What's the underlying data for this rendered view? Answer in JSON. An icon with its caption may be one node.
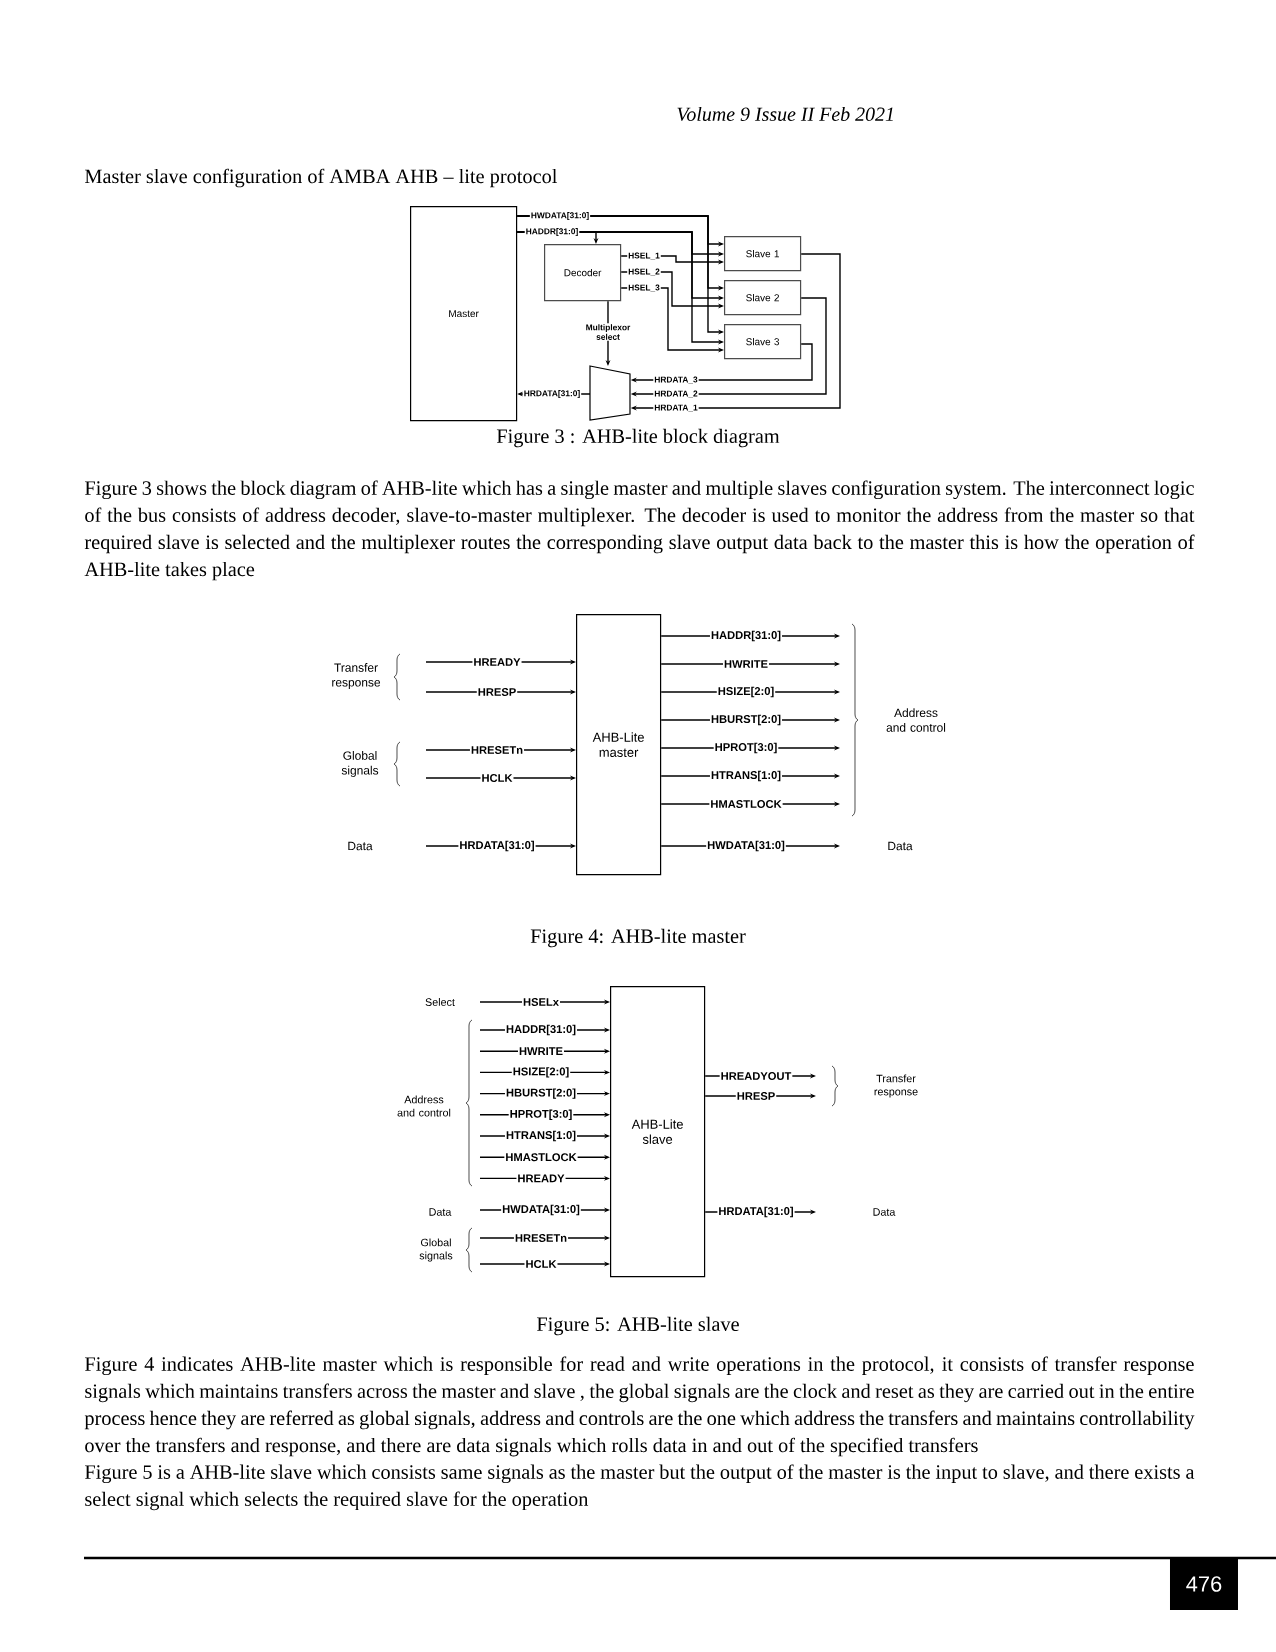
{
  "diagram": {
    "title": "Master slave configuration of AMBA AHB – lite protocol",
    "nodes": [
      {
        "text": [
          "Master"
        ]
      },
      {
        "text": [
          "Decoder"
        ]
      },
      {
        "text": [
          "Slave 1"
        ]
      },
      {
        "text": [
          "Slave 2"
        ]
      },
      {
        "text": [
          "Slave 3"
        ]
      },
      {
        "text": [],
        "shape": "trapezoid"
      },
      {
        "text": [
          "AHB-Lite master"
        ]
      },
      {
        "text": [
          "AHB-Lite slave"
        ]
      }
    ],
    "edges": [
      {
        "from": 0,
        "to": 2,
        "arrow": "to",
        "label": "HWDATA[31:0]"
      },
      {
        "from": 0,
        "to": 3,
        "arrow": "to"
      },
      {
        "from": 0,
        "to": 4,
        "arrow": "to"
      },
      {
        "from": 0,
        "to": 1,
        "arrow": "to",
        "label": "HADDR[31:0]"
      },
      {
        "from": 0,
        "to": 2,
        "arrow": "to"
      },
      {
        "from": 0,
        "to": 3,
        "arrow": "to"
      },
      {
        "from": 0,
        "to": 4,
        "arrow": "to"
      },
      {
        "from": 1,
        "to": 2,
        "arrow": "to",
        "label": "HSEL_1"
      },
      {
        "from": 1,
        "to": 3,
        "arrow": "to",
        "label": "HSEL_2"
      },
      {
        "from": 1,
        "to": 4,
        "arrow": "to",
        "label": "HSEL_3"
      },
      {
        "from": 1,
        "to": 5,
        "arrow": "to",
        "label": "Multiplexor select"
      },
      {
        "from": 4,
        "to": 5,
        "arrow": "to",
        "label": "HRDATA_3"
      },
      {
        "from": 3,
        "to": 5,
        "arrow": "to",
        "label": "HRDATA_2"
      },
      {
        "from": 2,
        "to": 5,
        "arrow": "to",
        "label": "HRDATA_1"
      },
      {
        "from": 5,
        "to": 0,
        "arrow": "to",
        "label": "HRDATA[31:0]"
      },
      {
        "from": null,
        "to": 6,
        "arrow": "to",
        "label": "HREADY"
      },
      {
        "from": null,
        "to": 6,
        "arrow": "to",
        "label": "HRESP"
      },
      {
        "from": null,
        "to": 6,
        "arrow": "to",
        "label": "HRESETn"
      },
      {
        "from": null,
        "to": 6,
        "arrow": "to",
        "label": "HCLK"
      },
      {
        "from": null,
        "to": 6,
        "arrow": "to",
        "label": "HRDATA[31:0]"
      },
      {
        "from": 6,
        "to": null,
        "arrow": "to",
        "label": "HADDR[31:0]"
      },
      {
        "from": 6,
        "to": null,
        "arrow": "to",
        "label": "HWRITE"
      },
      {
        "from": 6,
        "to": null,
        "arrow": "to",
        "label": "HSIZE[2:0]"
      },
      {
        "from": 6,
        "to": null,
        "arrow": "to",
        "label": "HBURST[2:0]"
      },
      {
        "from": 6,
        "to": null,
        "arrow": "to",
        "label": "HPROT[3:0]"
      },
      {
        "from": 6,
        "to": null,
        "arrow": "to",
        "label": "HTRANS[1:0]"
      },
      {
        "from": 6,
        "to": null,
        "arrow": "to",
        "label": "HMASTLOCK"
      },
      {
        "from": 6,
        "to": null,
        "arrow": "to",
        "label": "HWDATA[31:0]"
      },
      {
        "from": null,
        "to": 7,
        "arrow": "to",
        "label": "HSELx"
      },
      {
        "from": null,
        "to": 7,
        "arrow": "to",
        "label": "HADDR[31:0]"
      },
      {
        "from": null,
        "to": 7,
        "arrow": "to",
        "label": "HWRITE"
      },
      {
        "from": null,
        "to": 7,
        "arrow": "to",
        "label": "HSIZE[2:0]"
      },
      {
        "from": null,
        "to": 7,
        "arrow": "to",
        "label": "HBURST[2:0]"
      },
      {
        "from": null,
        "to": 7,
        "arrow": "to",
        "label": "HPROT[3:0]"
      },
      {
        "from": null,
        "to": 7,
        "arrow": "to",
        "label": "HTRANS[1:0]"
      },
      {
        "from": null,
        "to": 7,
        "arrow": "to",
        "label": "HMASTLOCK"
      },
      {
        "from": null,
        "to": 7,
        "arrow": "to",
        "label": "HREADY"
      },
      {
        "from": null,
        "to": 7,
        "arrow": "to",
        "label": "HWDATA[31:0]"
      },
      {
        "from": null,
        "to": 7,
        "arrow": "to",
        "label": "HRESETn"
      },
      {
        "from": null,
        "to": 7,
        "arrow": "to",
        "label": "HCLK"
      },
      {
        "from": 7,
        "to": null,
        "arrow": "to",
        "label": "HREADYOUT"
      },
      {
        "from": 7,
        "to": null,
        "arrow": "to",
        "label": "HRESP"
      },
      {
        "from": 7,
        "to": null,
        "arrow": "to",
        "label": "HRDATA[31:0]"
      }
    ],
    "labels": [
      "Volume 9 Issue II Feb 2021",
      "Figure 3 : AHB-lite block diagram",
      "Figure 3 shows the block diagram of AHB-lite which has a single master and multiple slaves configuration system. The interconnect logic of the bus consists of address decoder, slave-to-master multiplexer. The decoder is used to monitor the address from the master so that required slave is selected and the multiplexer routes the corresponding slave output data back to the master this is how the operation of AHB-lite takes place",
      "Transfer response",
      "Global signals",
      "Data",
      "Address and control",
      "Data",
      "Figure 4: AHB-lite master",
      "Select",
      "Address and control",
      "Data",
      "Global signals",
      "Transfer response",
      "Data",
      "Figure 5: AHB-lite slave",
      "Figure 4 indicates AHB-lite master which is responsible for read and write operations in the protocol, it consists of transfer response signals which maintains transfers across the master and slave , the global signals are the clock and reset as they are carried out in the entire process hence they are referred as global signals, address and controls are the one which address the transfers and maintains controllability over the transfers and response, and there are data signals which rolls data in and out of the specified transfers",
      "Figure 5 is a AHB-lite slave which consists same signals as the master but the output of the master is the input to slave, and there exists a select signal which selects the required slave for the operation",
      "476"
    ]
  }
}
